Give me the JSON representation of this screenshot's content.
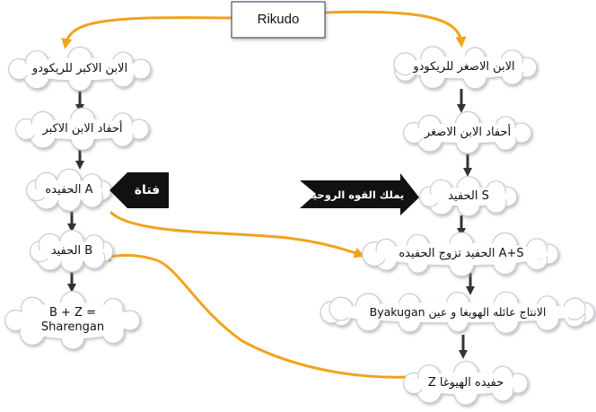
{
  "diagram": {
    "root": "Rikudo",
    "left": {
      "eldest_son": "الابن الاكبر للريكودو",
      "eldest_grandsons": "أحفاد الابن الاكبر",
      "granddaughter_a": "الحفيده A",
      "grandson_b": "الحفيد B",
      "result_line1": "B + Z =",
      "result_line2": "Sharengan"
    },
    "right": {
      "youngest_son": "الابن الاصغر للريكودو",
      "youngest_grandsons": "أحفاد الابن الاصغر",
      "grandson_s": "الحفيد S",
      "marriage": "الحفيد تزوج الحفيده A+S",
      "byakugan": "Byakugan الانتاج عائله الهويغا و عين",
      "hyuga_z": "Z حفيده الهيوغا"
    },
    "tags": {
      "girl": "فتاة",
      "spiritual_power": "يملك القوه الروحيه"
    },
    "colors": {
      "cloud_fill": "#ffffff",
      "cloud_stroke": "#c8cdd6",
      "arrow_dark": "#3a3a3a",
      "arrow_orange": "#f0a31c",
      "tag_fill": "#111111"
    }
  }
}
